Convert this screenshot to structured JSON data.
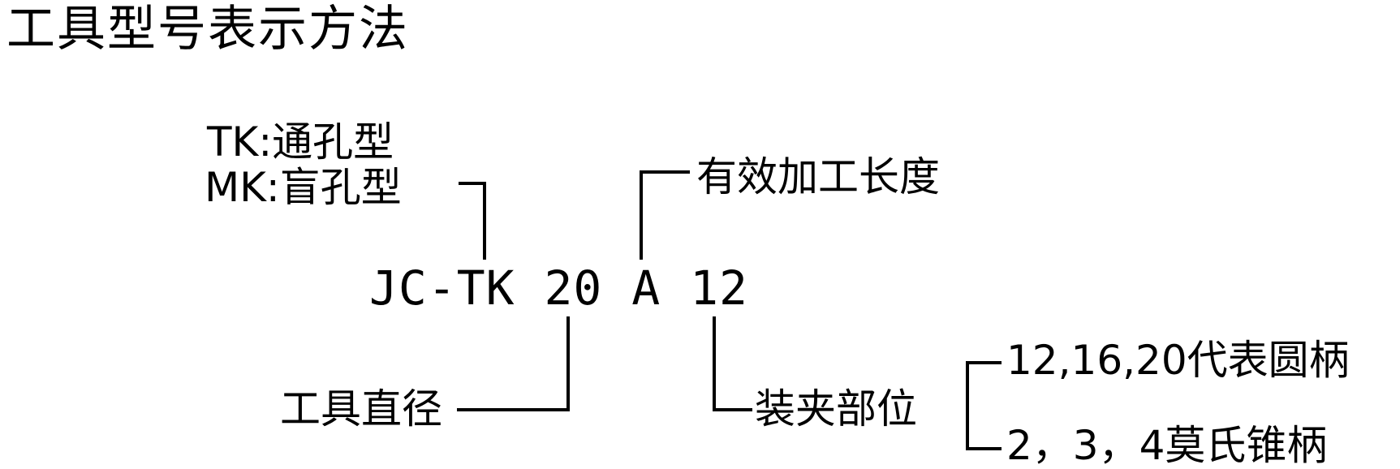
{
  "title": "工具型号表示方法",
  "diagram": {
    "hole_type": {
      "tk_label": "TK:通孔型",
      "mk_label": "MK:盲孔型"
    },
    "effective_length_label": "有效加工长度",
    "model_code": "JC-TK 20 A 12",
    "tool_diameter_label": "工具直径",
    "clamping_part_label": "装夹部位",
    "shank_options": {
      "round_shank": "12,16,20代表圆柄",
      "morse_taper_shank": "2，3，4莫氏锥柄"
    }
  },
  "colors": {
    "background": "#ffffff",
    "ink": "#000000"
  }
}
